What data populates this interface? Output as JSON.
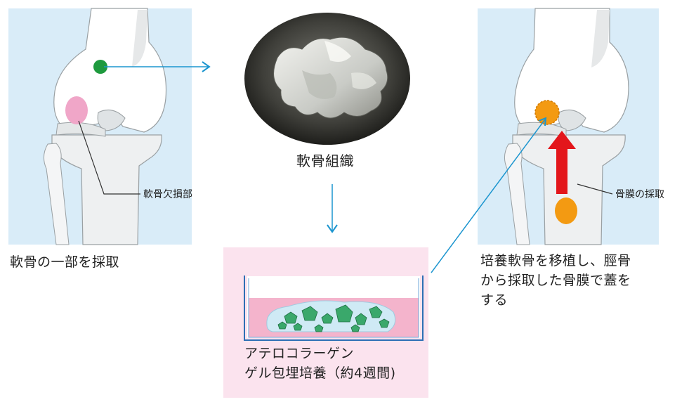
{
  "colors": {
    "panel_blue": "#d9ecf8",
    "panel_pink": "#fbe3ee",
    "arrow_blue": "#1b95cf",
    "harvest_green": "#1e9a3e",
    "defect_pink": "#f0a6c8",
    "graft_orange": "#f39a12",
    "periosteum_red": "#e3161b",
    "gel_pink": "#f4b4cc",
    "gel_blue": "#cfeaf5",
    "cell_green": "#3aa86b"
  },
  "step1": {
    "defect_label": "軟骨欠損部",
    "caption": "軟骨の一部を採取"
  },
  "step2": {
    "tissue_label": "軟骨組織"
  },
  "step3": {
    "culture_line1": "アテロコラーゲン",
    "culture_line2": "ゲル包埋培養（約4週間)"
  },
  "step4": {
    "periosteum_label": "骨膜の採取",
    "caption_line1": "培養軟骨を移植し、脛骨",
    "caption_line2": "から採取した骨膜で蓋を",
    "caption_line3": "する"
  }
}
